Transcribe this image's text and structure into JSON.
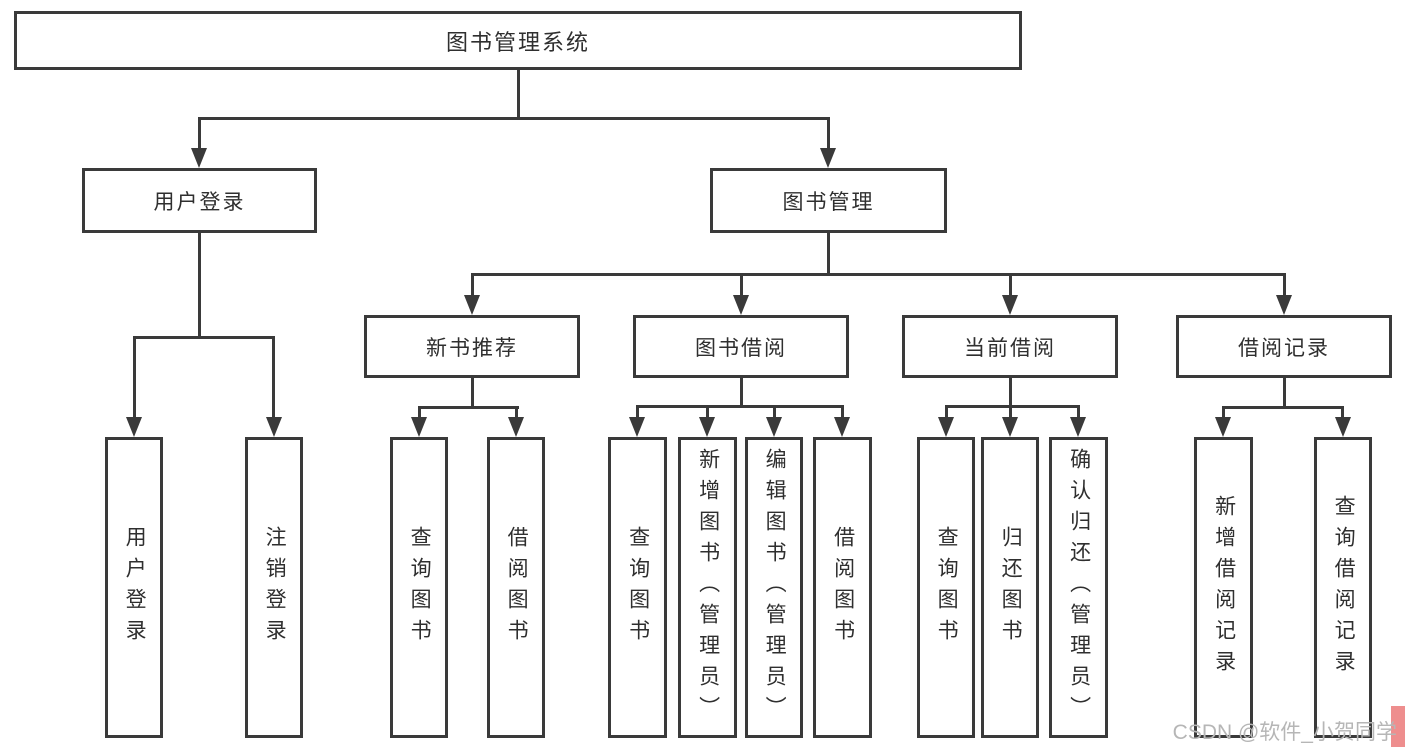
{
  "diagram": {
    "root": {
      "label": "图书管理系统",
      "children": [
        {
          "label": "用户登录",
          "children": [
            {
              "label": "用户登录"
            },
            {
              "label": "注销登录"
            }
          ]
        },
        {
          "label": "图书管理",
          "children": [
            {
              "label": "新书推荐",
              "children": [
                {
                  "label": "查询图书"
                },
                {
                  "label": "借阅图书"
                }
              ]
            },
            {
              "label": "图书借阅",
              "children": [
                {
                  "label": "查询图书"
                },
                {
                  "label": "新增图书（管理员）"
                },
                {
                  "label": "编辑图书（管理员）"
                },
                {
                  "label": "借阅图书"
                }
              ]
            },
            {
              "label": "当前借阅",
              "children": [
                {
                  "label": "查询图书"
                },
                {
                  "label": "归还图书"
                },
                {
                  "label": "确认归还（管理员）"
                }
              ]
            },
            {
              "label": "借阅记录",
              "children": [
                {
                  "label": "新增借阅记录"
                },
                {
                  "label": "查询借阅记录"
                }
              ]
            }
          ]
        }
      ]
    }
  },
  "watermark": {
    "text": "CSDN @软件_小贺同学"
  },
  "colors": {
    "line": "#3a3a3a",
    "text": "#2f2f2f",
    "background": "#ffffff",
    "watermark_text": "#b6b6b6",
    "watermark_accent": "#ee8e8e"
  }
}
